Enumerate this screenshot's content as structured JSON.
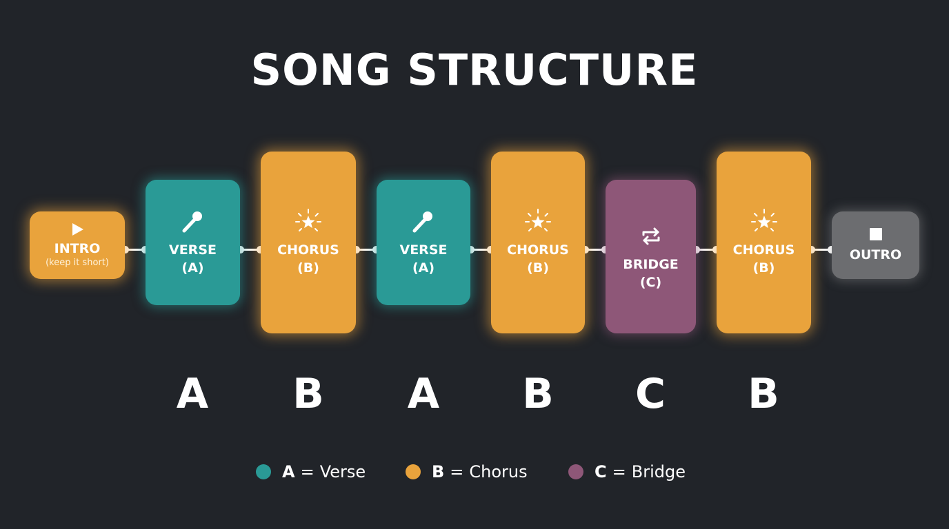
{
  "title": "SONG STRUCTURE",
  "colors": {
    "background": "#212429",
    "verse": "#2a9a96",
    "chorus": "#e9a33c",
    "bridge": "#8e5778",
    "outro": "#6c6d70"
  },
  "sections": [
    {
      "label": "INTRO",
      "note": "(keep it short)",
      "icon": "play-icon",
      "type": "intro"
    },
    {
      "label": "VERSE",
      "sub": "(A)",
      "icon": "microphone-icon",
      "type": "verse"
    },
    {
      "label": "CHORUS",
      "sub": "(B)",
      "icon": "star-burst-icon",
      "type": "chorus"
    },
    {
      "label": "VERSE",
      "sub": "(A)",
      "icon": "microphone-icon",
      "type": "verse"
    },
    {
      "label": "CHORUS",
      "sub": "(B)",
      "icon": "star-burst-icon",
      "type": "chorus"
    },
    {
      "label": "BRIDGE",
      "sub": "(C)",
      "icon": "repeat-icon",
      "type": "bridge"
    },
    {
      "label": "CHORUS",
      "sub": "(B)",
      "icon": "star-burst-icon",
      "type": "chorus"
    },
    {
      "label": "OUTRO",
      "icon": "stop-icon",
      "type": "outro"
    }
  ],
  "pattern": [
    "A",
    "B",
    "A",
    "B",
    "C",
    "B"
  ],
  "legend": [
    {
      "key": "A",
      "sep": "=",
      "text": "Verse",
      "color": "#2a9a96"
    },
    {
      "key": "B",
      "sep": "=",
      "text": "Chorus",
      "color": "#e9a33c"
    },
    {
      "key": "C",
      "sep": "=",
      "text": "Bridge",
      "color": "#8e5778"
    }
  ]
}
